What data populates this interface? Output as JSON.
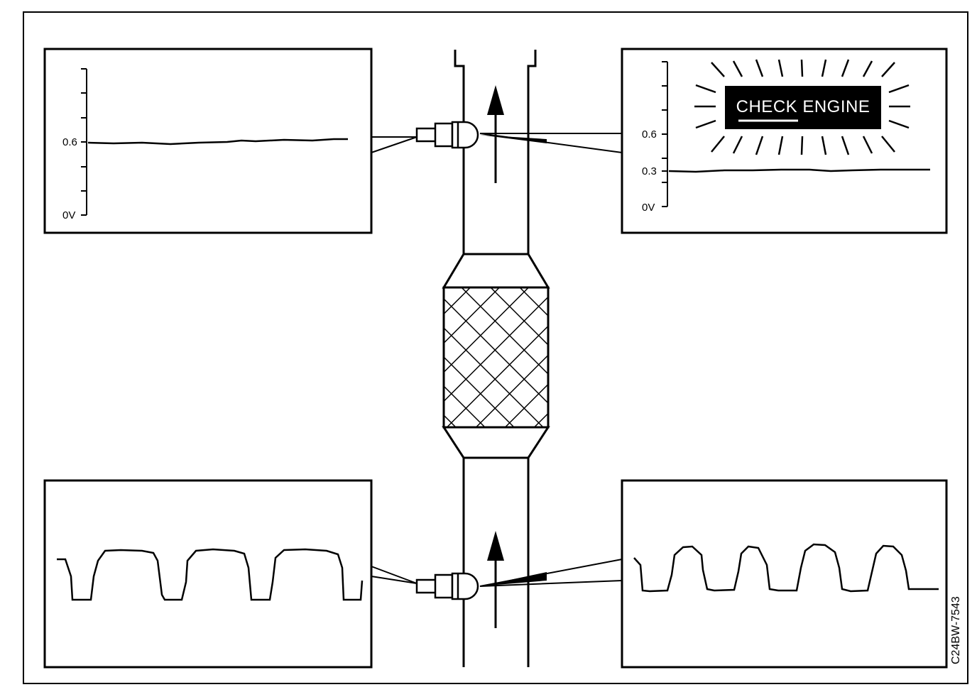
{
  "scope_upstream_left": {
    "tick_top": "0.6",
    "tick_bottom": "0V"
  },
  "scope_downstream_right": {
    "tick_top": "0.6",
    "tick_mid": "0.3",
    "tick_bottom": "0V"
  },
  "warning_light": {
    "label": "CHECK ENGINE"
  },
  "figure_code": "C24BW-7543"
}
